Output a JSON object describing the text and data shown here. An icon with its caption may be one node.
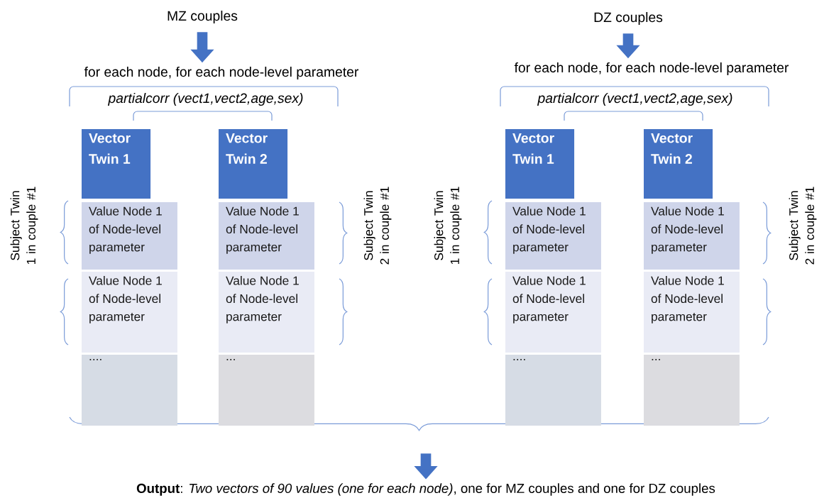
{
  "diagram": {
    "nodes": [
      {
        "text": [
          "MZ couples"
        ]
      },
      {
        "text": [
          "for each node, for each node-level parameter"
        ]
      },
      {
        "text": [
          "*partialcorr (vect1,vect2,age,sex)*"
        ]
      },
      {
        "text": [
          "Vector Twin 1"
        ]
      },
      {
        "text": [
          "Value Node 1 of Node-level parameter"
        ]
      },
      {
        "text": [
          "Value Node 1 of Node-level parameter"
        ]
      },
      {
        "text": [
          "...."
        ]
      },
      {
        "text": [
          "Vector Twin 2"
        ]
      },
      {
        "text": [
          "Value Node 1 of Node-level parameter"
        ]
      },
      {
        "text": [
          "Value Node 1 of Node-level parameter"
        ]
      },
      {
        "text": [
          "..."
        ]
      },
      {
        "text": [
          "DZ couples"
        ]
      },
      {
        "text": [
          "for each node, for each node-level parameter"
        ]
      },
      {
        "text": [
          "*partialcorr (vect1,vect2,age,sex)*"
        ]
      },
      {
        "text": [
          "Vector Twin 1"
        ]
      },
      {
        "text": [
          "Value Node 1 of Node-level parameter"
        ]
      },
      {
        "text": [
          "Value Node 1 of Node-level parameter"
        ]
      },
      {
        "text": [
          "...."
        ]
      },
      {
        "text": [
          "Vector Twin 2"
        ]
      },
      {
        "text": [
          "Value Node 1 of Node-level parameter"
        ]
      },
      {
        "text": [
          "Value Node 1 of Node-level parameter"
        ]
      },
      {
        "text": [
          "..."
        ]
      },
      {
        "text": [
          "**Output**: *Two vectors of 90 values (one for each node)*, one for MZ couples and one for DZ couples"
        ]
      }
    ],
    "edges": [
      {
        "from": 0,
        "to": 1,
        "arrow": "to"
      },
      {
        "from": 11,
        "to": 12,
        "arrow": "to"
      },
      {
        "from": null,
        "to": 22,
        "arrow": "to"
      }
    ],
    "labels": [
      "Subject Twin 1 in couple #1",
      "Subject Twin 2 in couple #1",
      "Subject Twin 1 in couple #1",
      "Subject Twin 2 in couple #1"
    ]
  }
}
